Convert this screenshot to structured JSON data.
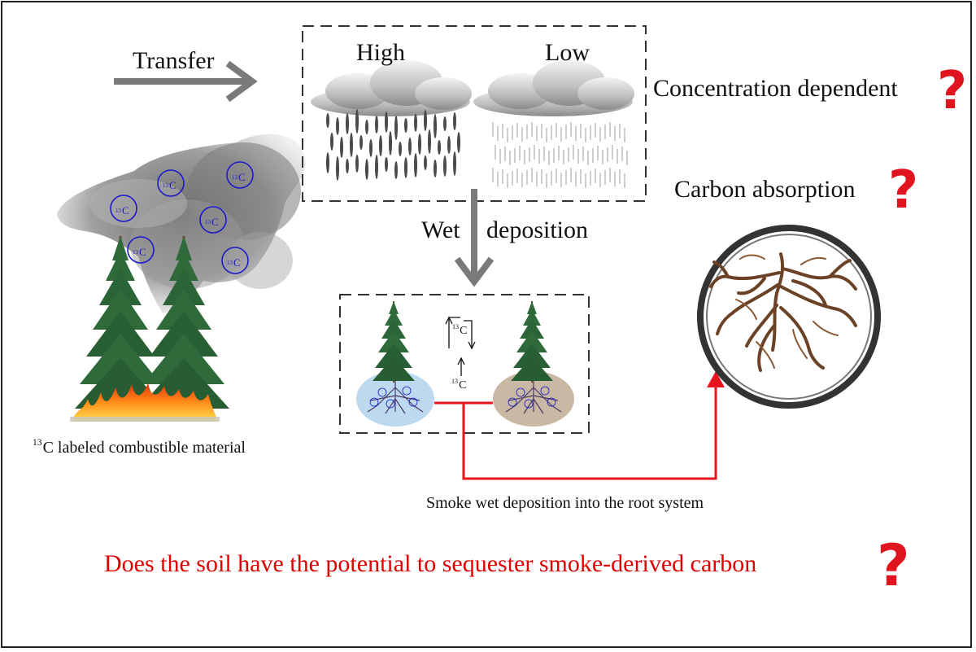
{
  "labels": {
    "transfer": "Transfer",
    "high": "High",
    "low": "Low",
    "concentration_dependent": "Concentration dependent",
    "carbon_absorption": "Carbon absorption",
    "wet": "Wet",
    "deposition": "deposition",
    "combustible_superscript": "13",
    "combustible_text": "C labeled combustible material",
    "smoke_root": "Smoke wet deposition  into the root system",
    "soil_question": "Does the soil have the potential to sequester smoke-derived carbon",
    "question_mark": "?"
  },
  "isotope": {
    "superscript": "13",
    "element": "C"
  },
  "colors": {
    "red_text": "#e00000",
    "question_mark": "#e0141e",
    "red_path": "#e8141e",
    "isotope_circle": "#1a1acc",
    "arrow_gray": "#7a7a7a",
    "smoke": "#8a8a8a",
    "tree_green": "#2f6b3a",
    "root_brown": "#6b4226",
    "soil_blue": "#bcd9f0",
    "soil_brown": "#c9b8a3"
  },
  "icons": [
    "arrow-right-icon",
    "arrow-down-icon",
    "cloud-icon",
    "rain-icon",
    "tree-icon",
    "fire-icon",
    "root-icon",
    "question-icon",
    "cycle-arrow-icon"
  ]
}
